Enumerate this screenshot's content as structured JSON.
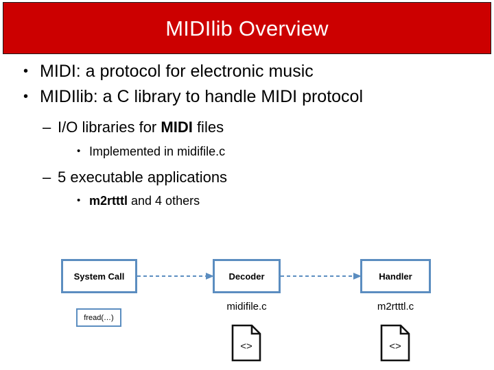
{
  "slide": {
    "title": "MIDIlib Overview",
    "title_bg": "#CC0000",
    "title_color": "#FFFFFF"
  },
  "bullets": [
    {
      "level": 1,
      "marker": "•",
      "text": "MIDI: a protocol for electronic music"
    },
    {
      "level": 1,
      "marker": "•",
      "text": "MIDIlib: a C library to handle MIDI protocol"
    },
    {
      "level": 2,
      "marker": "–",
      "text_pre": "I/O libraries for ",
      "text_bold": "MIDI",
      "text_post": " files"
    },
    {
      "level": 3,
      "marker": "•",
      "text": "Implemented in midifile.c"
    },
    {
      "level": 2,
      "marker": "–",
      "text": "5 executable applications"
    },
    {
      "level": 3,
      "marker": "•",
      "text_bold": "m2rtttl",
      "text_post": " and 4 others"
    }
  ],
  "diagram": {
    "accent_color": "#5B8DC0",
    "boxes": [
      {
        "id": "system-call",
        "label": "System Call"
      },
      {
        "id": "decoder",
        "label": "Decoder"
      },
      {
        "id": "handler",
        "label": "Handler"
      }
    ],
    "file_labels": [
      {
        "id": "midifile",
        "label": "midifile.c"
      },
      {
        "id": "m2rtttl",
        "label": "m2rtttl.c"
      }
    ],
    "call_box": {
      "label": "fread(…)"
    },
    "doc_icons": [
      {
        "id": "doc-midifile",
        "glyph": "<>"
      },
      {
        "id": "doc-m2rtttl",
        "glyph": "<>"
      }
    ],
    "arrows": [
      {
        "id": "arrow-1",
        "from": "system-call",
        "to": "decoder",
        "style": "dashed"
      },
      {
        "id": "arrow-2",
        "from": "decoder",
        "to": "handler",
        "style": "dashed"
      }
    ]
  }
}
